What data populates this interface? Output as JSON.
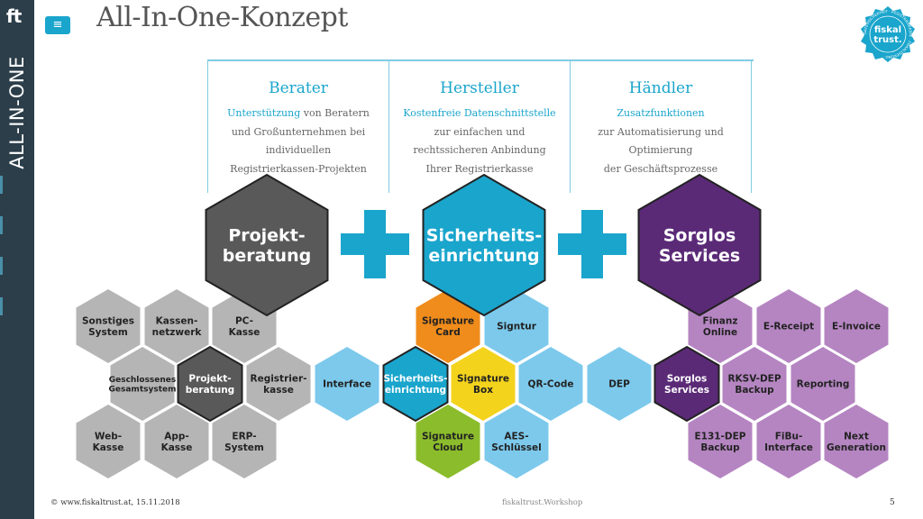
{
  "sidebar": {
    "logo": "ft",
    "vertical_label": "ALL-IN-ONE"
  },
  "menu_button_glyph": "≡",
  "page_title": "All-In-One-Konzept",
  "badge": {
    "line1": "fiskal",
    "line2": "trust.",
    "ring_text": "DATENSICHERHEIT · REGISTRIERKASSE · FISKALISIERUNG ·"
  },
  "roles": [
    {
      "title": "Berater",
      "highlight": "Unterstützung",
      "rest_first": " von Beratern",
      "lines": [
        "und Großunternehmen bei",
        "individuellen",
        "Registrierkassen-Projekten"
      ]
    },
    {
      "title": "Hersteller",
      "highlight": "Kostenfreie Datenschnittstelle",
      "rest_first": "",
      "lines": [
        "zur einfachen und",
        "rechtssicheren Anbindung",
        "Ihrer Registrierkasse"
      ]
    },
    {
      "title": "Händler",
      "highlight": "Zusatzfunktionen",
      "rest_first": "",
      "lines": [
        "zur Automatisierung und",
        "Optimierung",
        "der Geschäftsprozesse"
      ]
    }
  ],
  "big_hexagons": [
    {
      "lines": [
        "Projekt-",
        "beratung"
      ],
      "color": "#595959"
    },
    {
      "lines": [
        "Sicherheits-",
        "einrichtung"
      ],
      "color": "#1aa5cc"
    },
    {
      "lines": [
        "Sorglos",
        "Services"
      ],
      "color": "#5b2a77"
    }
  ],
  "plus_color": "#1aa5cc",
  "small_hexagons": [
    {
      "lines": [
        "Sonstiges",
        "System"
      ],
      "color": "#b5b5b5"
    },
    {
      "lines": [
        "Kassen-",
        "netzwerk"
      ],
      "color": "#b5b5b5"
    },
    {
      "lines": [
        "PC-",
        "Kasse"
      ],
      "color": "#b5b5b5"
    },
    {
      "lines": [
        "Geschlossenes",
        "Gesamtsystem"
      ],
      "color": "#b5b5b5"
    },
    {
      "lines": [
        "Projekt-",
        "beratung"
      ],
      "color": "#595959"
    },
    {
      "lines": [
        "Registrier-",
        "kasse"
      ],
      "color": "#b5b5b5"
    },
    {
      "lines": [
        "Web-",
        "Kasse"
      ],
      "color": "#b5b5b5"
    },
    {
      "lines": [
        "App-",
        "Kasse"
      ],
      "color": "#b5b5b5"
    },
    {
      "lines": [
        "ERP-",
        "System"
      ],
      "color": "#b5b5b5"
    },
    {
      "lines": [
        "Interface"
      ],
      "color": "#7cc9ec"
    },
    {
      "lines": [
        "Signature",
        "Card"
      ],
      "color": "#ef8c1b"
    },
    {
      "lines": [
        "Signtur"
      ],
      "color": "#7cc9ec"
    },
    {
      "lines": [
        "Sicherheits-",
        "einrichtung"
      ],
      "color": "#1aa5cc"
    },
    {
      "lines": [
        "Signature",
        "Box"
      ],
      "color": "#f4d31d"
    },
    {
      "lines": [
        "QR-Code"
      ],
      "color": "#7cc9ec"
    },
    {
      "lines": [
        "Signature",
        "Cloud"
      ],
      "color": "#8bbc2c"
    },
    {
      "lines": [
        "AES-",
        "Schlüssel"
      ],
      "color": "#7cc9ec"
    },
    {
      "lines": [
        "DEP"
      ],
      "color": "#7cc9ec"
    },
    {
      "lines": [
        "Finanz",
        "Online"
      ],
      "color": "#b585c2"
    },
    {
      "lines": [
        "E-Receipt"
      ],
      "color": "#b585c2"
    },
    {
      "lines": [
        "E-Invoice"
      ],
      "color": "#b585c2"
    },
    {
      "lines": [
        "Sorglos",
        "Services"
      ],
      "color": "#5b2a77"
    },
    {
      "lines": [
        "RKSV-DEP",
        "Backup"
      ],
      "color": "#b585c2"
    },
    {
      "lines": [
        "Reporting"
      ],
      "color": "#b585c2"
    },
    {
      "lines": [
        "E131-DEP",
        "Backup"
      ],
      "color": "#b585c2"
    },
    {
      "lines": [
        "FiBu-",
        "Interface"
      ],
      "color": "#b585c2"
    },
    {
      "lines": [
        "Next",
        "Generation"
      ],
      "color": "#b585c2"
    }
  ],
  "footer": {
    "left": "© www.fiskaltrust.at, 15.11.2018",
    "center": "fiskaltrust.Workshop",
    "page": "5"
  }
}
